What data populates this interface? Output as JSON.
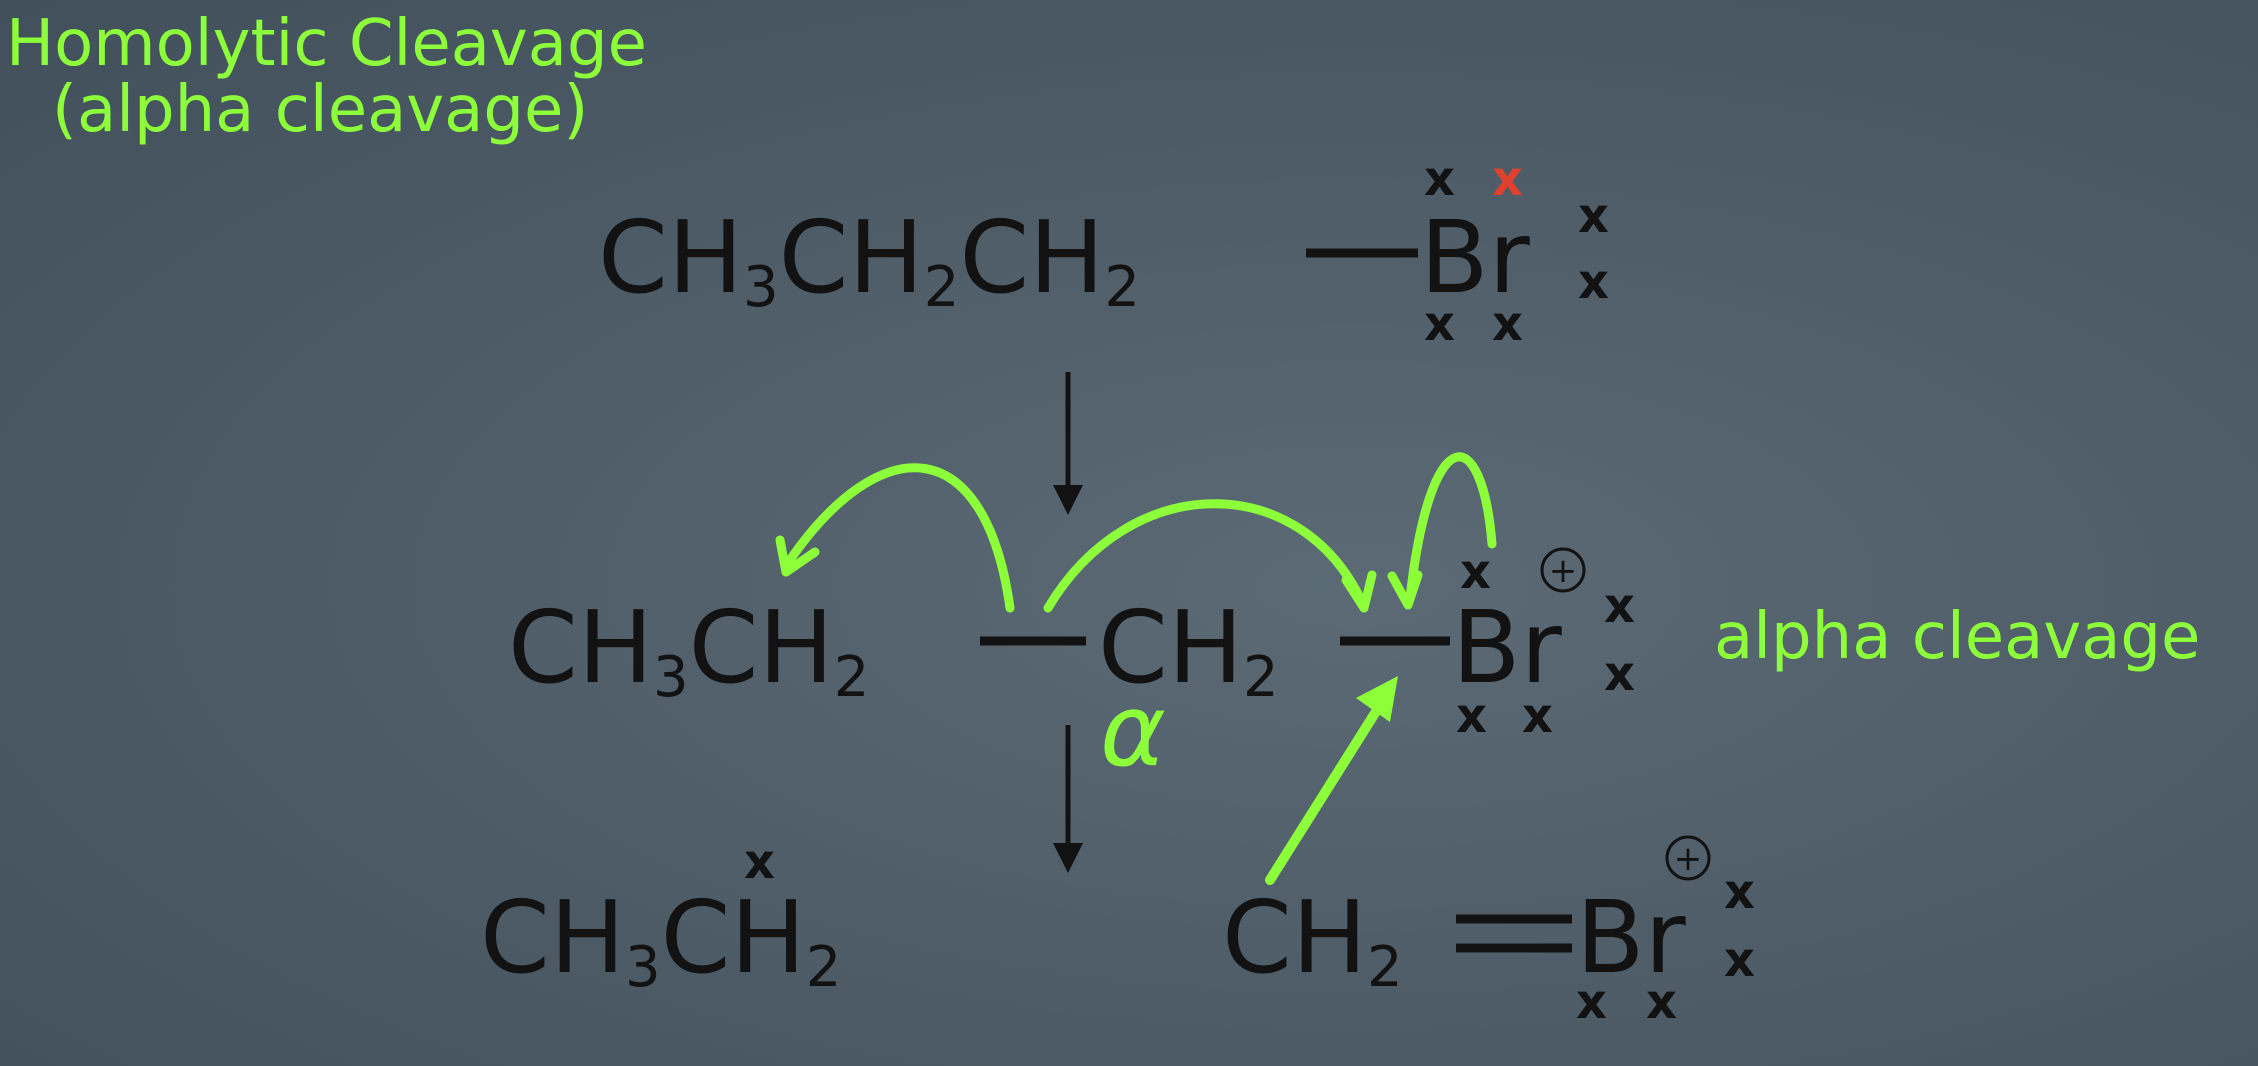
{
  "title": {
    "line1": "Homolytic Cleavage",
    "line2": "(alpha cleavage)"
  },
  "side_label": "alpha cleavage",
  "alpha_symbol": "α",
  "electron_symbol": "x",
  "charge_symbol": "+",
  "reactant": {
    "parts": [
      "CH",
      "3",
      "CH",
      "2",
      "CH",
      "2",
      "Br"
    ]
  },
  "intermediate": {
    "parts": [
      "CH",
      "3",
      "CH",
      "2",
      "CH",
      "2",
      "Br"
    ]
  },
  "product_left": {
    "parts": [
      "CH",
      "3",
      "CH",
      "2"
    ]
  },
  "product_right": {
    "parts": [
      "CH",
      "2",
      "Br"
    ]
  },
  "colors": {
    "background": "#4d5b66",
    "accent_green": "#8dff3a",
    "ink": "#121212",
    "highlight_red": "#e0402e"
  }
}
